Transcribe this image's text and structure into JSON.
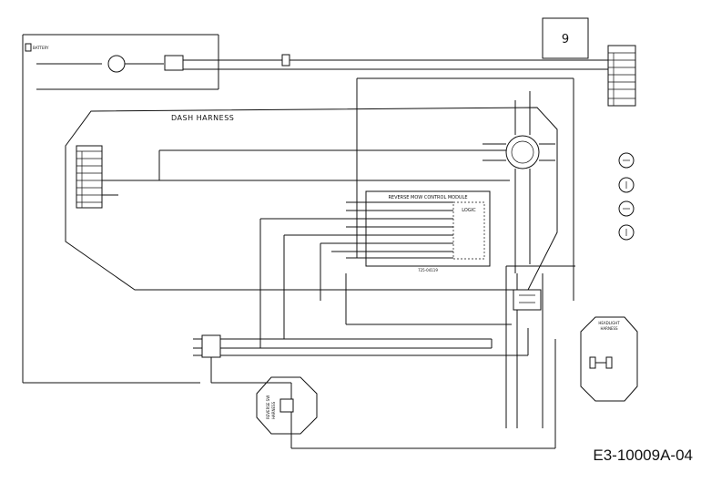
{
  "page_number": "9",
  "figure_code": "E3-10009A-04",
  "dash_harness_label": "DASH HARNESS",
  "module": {
    "title": "REVERSE MOW CONTROL MODULE",
    "logic_label": "LOGIC",
    "part_number": "725-04119"
  },
  "headlight_harness_label": [
    "HEADLIGHT",
    "HARNESS"
  ],
  "reverse_sw_harness_label": [
    "REVERSE SW",
    "HARNESS"
  ],
  "top_left_labels": [
    "BATTERY"
  ],
  "colors": {
    "ink": "#111111",
    "background": "#ffffff"
  }
}
